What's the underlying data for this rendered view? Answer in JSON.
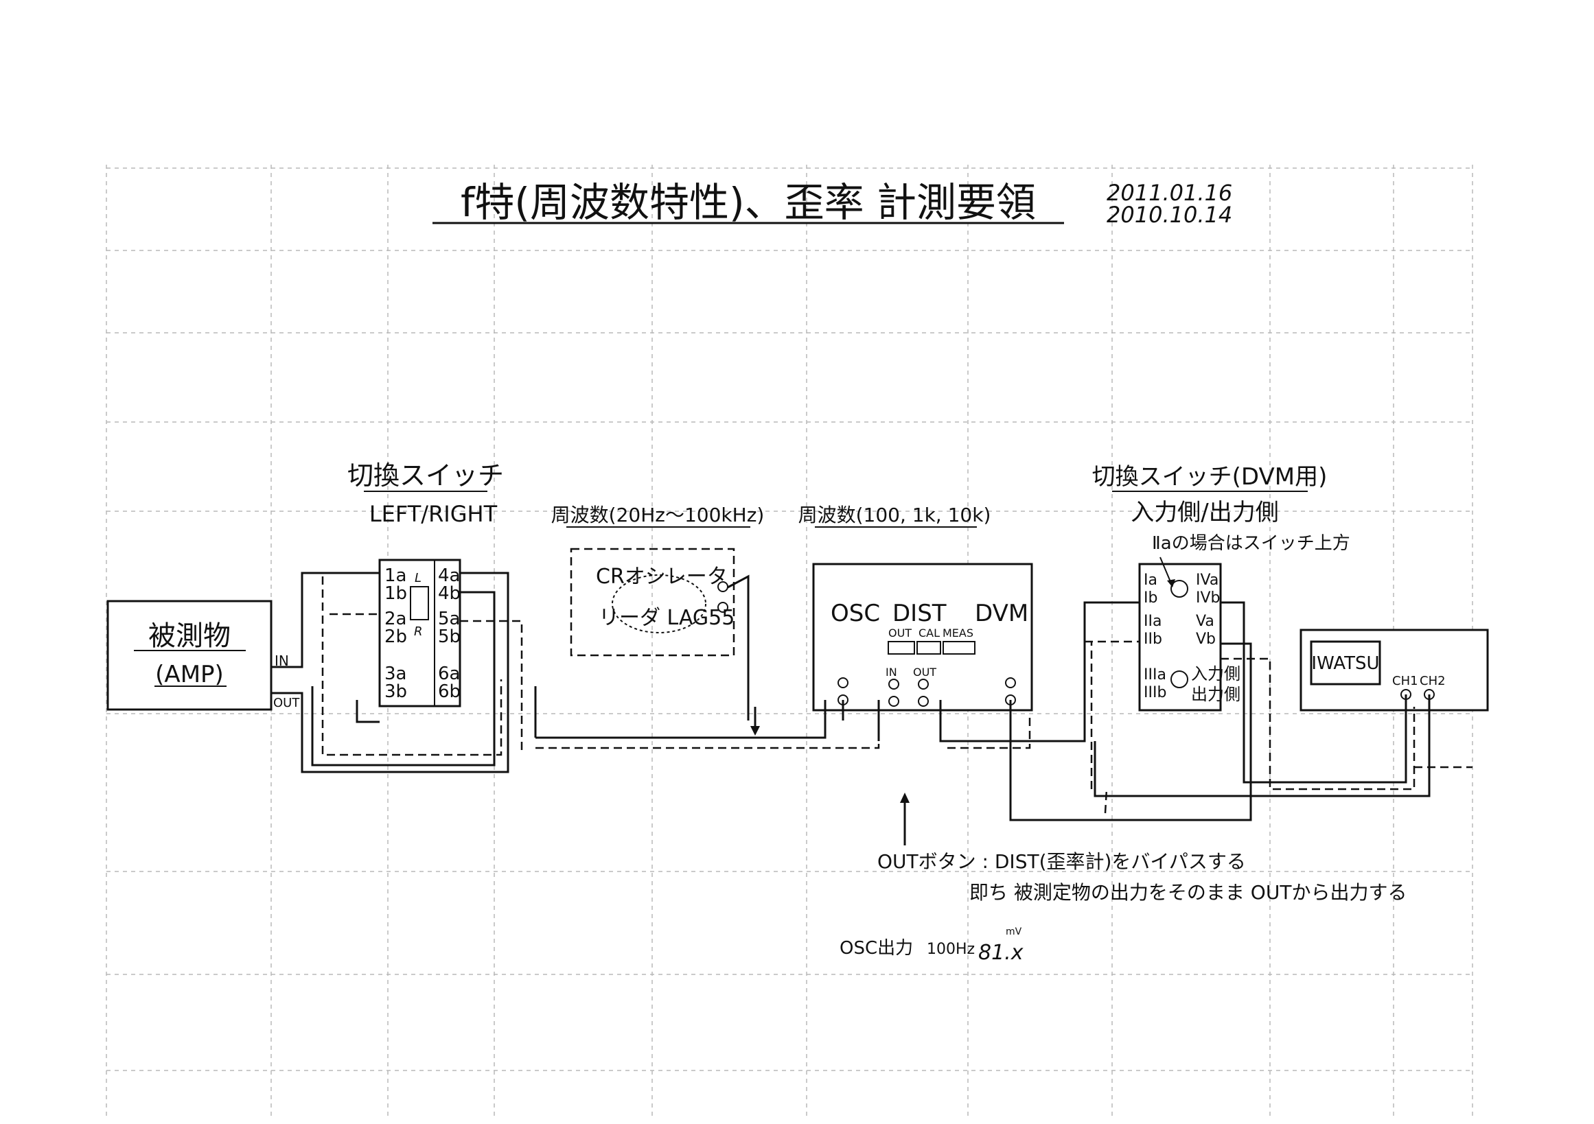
{
  "title": "f特(周波数特性)、歪率 計測要領",
  "dates": [
    "2011.01.16",
    "2010.10.14"
  ],
  "dut": {
    "line1": "被測物",
    "line2": "(AMP)",
    "in_label": "IN",
    "out_label": "OUT"
  },
  "switch_lr": {
    "heading": "切換スイッチ",
    "subheading": "LEFT/RIGHT",
    "left_terms": [
      "1a",
      "1b",
      "2a",
      "2b",
      "3a",
      "3b"
    ],
    "right_terms": [
      "4a",
      "4b",
      "5a",
      "5b",
      "6a",
      "6b"
    ],
    "l_label": "L",
    "r_label": "R"
  },
  "osc": {
    "heading": "周波数(20Hz～100kHz)",
    "line1": "CRオシレータ",
    "line2": "リーダ LAG55"
  },
  "meter": {
    "heading": "周波数(100, 1k, 10k)",
    "sections": [
      "OSC",
      "DIST",
      "DVM"
    ],
    "buttons": [
      "OUT",
      "CAL",
      "MEAS"
    ],
    "jack_in": "IN",
    "jack_out": "OUT"
  },
  "switch_dvm": {
    "heading": "切換スイッチ(DVM用)",
    "subheading": "入力側/出力側",
    "note": "Ⅱaの場合はスイッチ上方",
    "left_terms": [
      "Ia",
      "Ib",
      "IIa",
      "IIb",
      "IIIa",
      "IIIb"
    ],
    "right_terms": [
      "IVa",
      "IVb",
      "Va",
      "Vb"
    ],
    "io_labels": [
      "入力側",
      "出力側"
    ]
  },
  "scope": {
    "brand": "IWATSU",
    "ch1": "CH1",
    "ch2": "CH2"
  },
  "notes": {
    "line1": "OUTボタン : DIST(歪率計)をバイパスする",
    "line2": "即ち 被測定物の出力をそのまま OUTから出力する",
    "osc_out_label": "OSC出力",
    "osc_out_freq": "100Hz",
    "osc_out_value": "81.x",
    "osc_out_unit": "mV"
  }
}
